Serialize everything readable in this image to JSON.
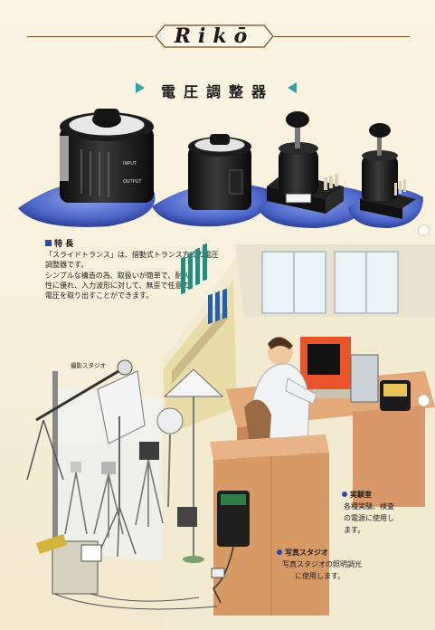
{
  "header": {
    "brand": "Rikō",
    "title": "電圧調整器"
  },
  "features": {
    "heading": "特 長",
    "lines": [
      "「スライドトランス」は、摺動式トランス方式の電圧",
      "調整器です。",
      "シンプルな構造の為、取扱いが簡単で、耐久",
      "性に優れ、入力波形に対して、無歪で任意の",
      "電圧を取り出すことができます。"
    ]
  },
  "scene": {
    "studio_label": "撮影スタジオ",
    "device_labels": {
      "input": "INPUT",
      "output": "OUTPUT"
    }
  },
  "captions": {
    "lab": {
      "title": "実験室",
      "lines": [
        "各種実験、検査",
        "の電源に使用し",
        "ます。"
      ]
    },
    "photo_studio": {
      "title": "写真スタジオ",
      "lines": [
        "写真スタジオの照明調光",
        "に使用します。"
      ]
    }
  },
  "colors": {
    "accent_teal": "#2fa5a8",
    "bullet_blue": "#2b4aa6",
    "brand_brown": "#7a4a1c",
    "product_blue": "#4d67c9"
  }
}
